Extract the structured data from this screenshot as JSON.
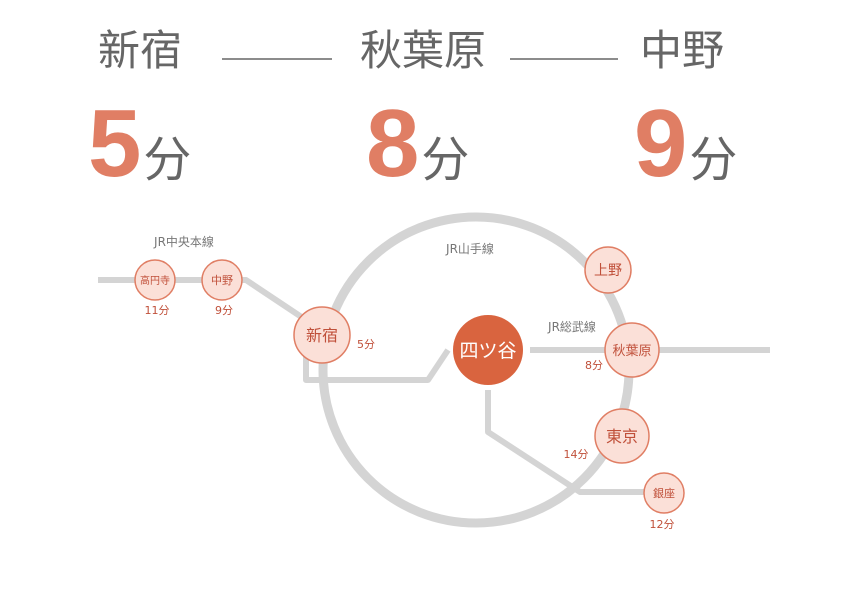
{
  "header": {
    "stations": [
      {
        "name": "新宿",
        "minutes": "5",
        "unit": "分"
      },
      {
        "name": "秋葉原",
        "minutes": "8",
        "unit": "分"
      },
      {
        "name": "中野",
        "minutes": "9",
        "unit": "分"
      }
    ]
  },
  "map": {
    "lines": {
      "chuo": "JR中央本線",
      "yamanote": "JR山手線",
      "sobu": "JR総武線"
    },
    "hub": {
      "name": "四ツ谷"
    },
    "stations": {
      "koenji": {
        "name": "高円寺",
        "time": "11分"
      },
      "nakano": {
        "name": "中野",
        "time": "9分"
      },
      "shinjuku": {
        "name": "新宿",
        "time": "5分"
      },
      "ueno": {
        "name": "上野",
        "time": ""
      },
      "akihabara": {
        "name": "秋葉原",
        "time": "8分"
      },
      "tokyo": {
        "name": "東京",
        "time": "14分"
      },
      "ginza": {
        "name": "銀座",
        "time": "12分"
      }
    }
  },
  "colors": {
    "accent": "#e07e64",
    "hub": "#d9643f",
    "stationFill": "#fbe0d8",
    "stationStroke": "#e07e64",
    "track": "#d4d4d4",
    "grayText": "#666666"
  }
}
